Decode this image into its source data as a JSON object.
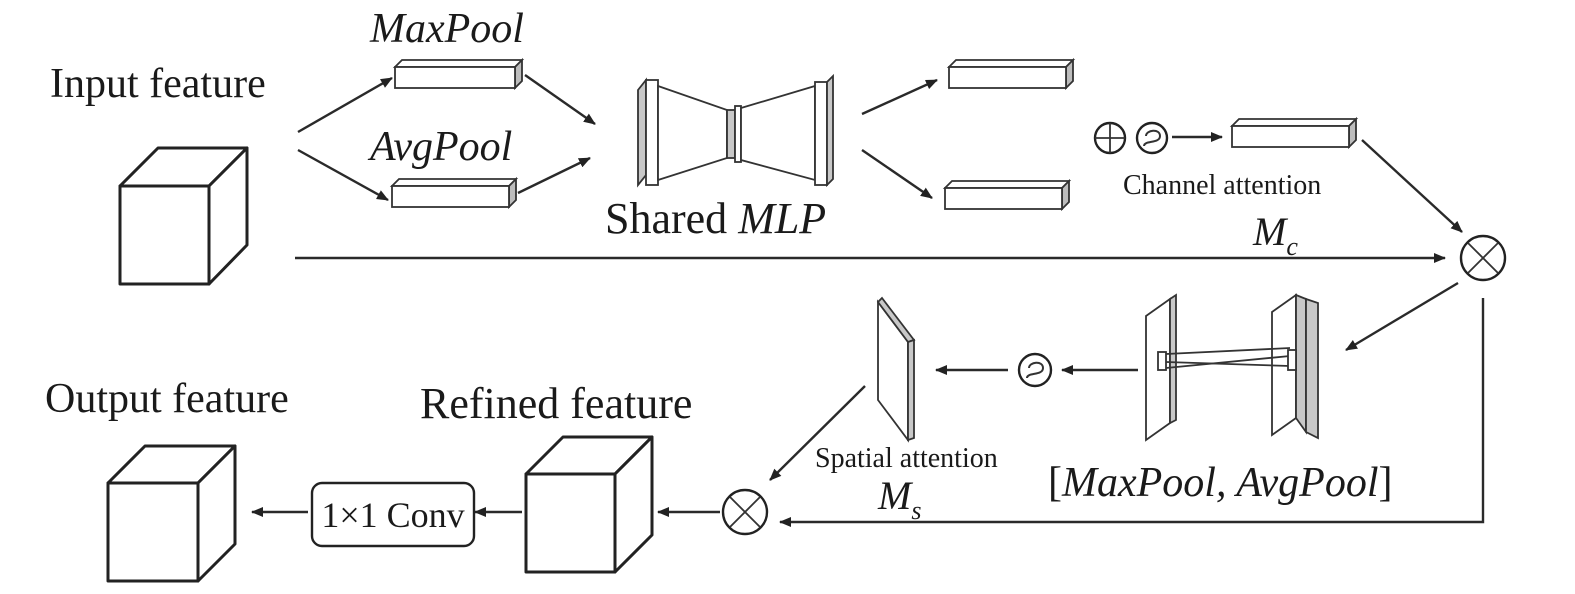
{
  "labels": {
    "input_feature": "Input feature",
    "max_pool": "MaxPool",
    "avg_pool": "AvgPool",
    "shared_prefix": "Shared",
    "mlp": "MLP",
    "channel_attention": "Channel attention",
    "mc_main": "M",
    "mc_sub": "c",
    "ms_main": "M",
    "ms_sub": "s",
    "spatial_attention": "Spatial attention",
    "pool_concat_open": "[",
    "pool_concat_text": "MaxPool, AvgPool",
    "pool_concat_close": "]",
    "output_feature": "Output feature",
    "refined_feature": "Refined feature",
    "conv": "1×1 Conv"
  }
}
